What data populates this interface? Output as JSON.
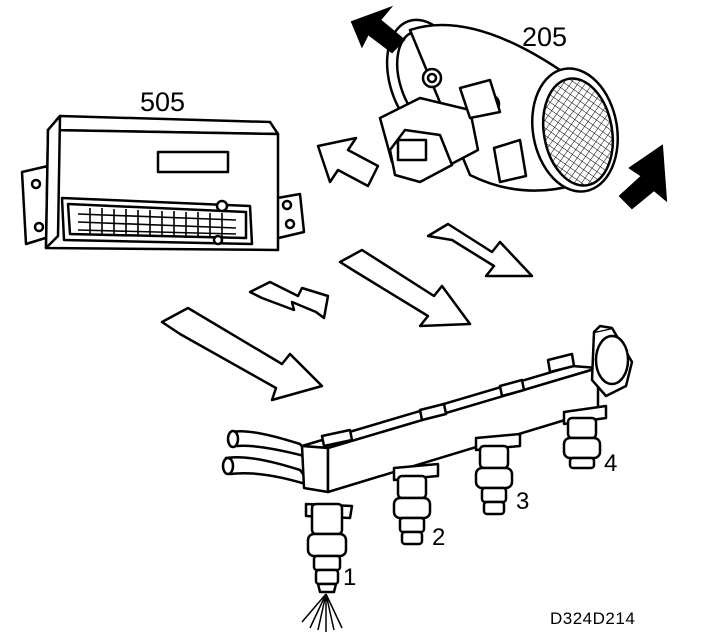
{
  "labels": {
    "ecu": "505",
    "air_mass_meter": "205",
    "injector_1": "1",
    "injector_2": "2",
    "injector_3": "3",
    "injector_4": "4",
    "figure_code": "D324D214"
  },
  "colors": {
    "ink": "#000000",
    "paper": "#ffffff"
  },
  "icons": {
    "airflow_in": "solid-arrow",
    "signal": "hollow-arrow"
  }
}
